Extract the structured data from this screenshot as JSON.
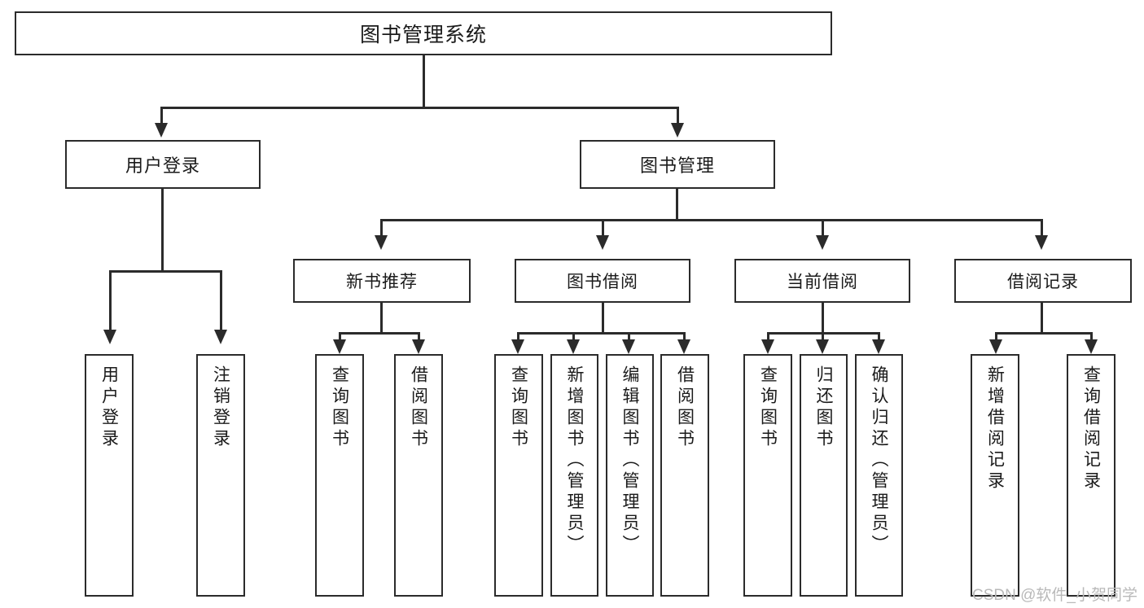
{
  "diagram": {
    "type": "tree-hierarchy-chart",
    "root": {
      "label": "图书管理系统"
    },
    "level2": [
      {
        "id": "user-login",
        "label": "用户登录"
      },
      {
        "id": "book-management",
        "label": "图书管理"
      }
    ],
    "level3": [
      {
        "id": "new-book-recommend",
        "label": "新书推荐",
        "parent": "book-management"
      },
      {
        "id": "book-borrow",
        "label": "图书借阅",
        "parent": "book-management"
      },
      {
        "id": "current-borrow",
        "label": "当前借阅",
        "parent": "book-management"
      },
      {
        "id": "borrow-record",
        "label": "借阅记录",
        "parent": "book-management"
      }
    ],
    "leaves": [
      {
        "id": "leaf-user-login",
        "label": "用户登录",
        "parent": "user-login"
      },
      {
        "id": "leaf-logout-login",
        "label": "注销登录",
        "parent": "user-login"
      },
      {
        "id": "leaf-query-book-1",
        "label": "查询图书",
        "parent": "new-book-recommend"
      },
      {
        "id": "leaf-borrow-book-1",
        "label": "借阅图书",
        "parent": "new-book-recommend"
      },
      {
        "id": "leaf-query-book-2",
        "label": "查询图书",
        "parent": "book-borrow"
      },
      {
        "id": "leaf-add-book",
        "label": "新增图书（管理员）",
        "parent": "book-borrow"
      },
      {
        "id": "leaf-edit-book",
        "label": "编辑图书（管理员）",
        "parent": "book-borrow"
      },
      {
        "id": "leaf-borrow-book-2",
        "label": "借阅图书",
        "parent": "book-borrow"
      },
      {
        "id": "leaf-query-book-3",
        "label": "查询图书",
        "parent": "current-borrow"
      },
      {
        "id": "leaf-return-book",
        "label": "归还图书",
        "parent": "current-borrow"
      },
      {
        "id": "leaf-confirm-return",
        "label": "确认归还（管理员）",
        "parent": "current-borrow"
      },
      {
        "id": "leaf-add-record",
        "label": "新增借阅记录",
        "parent": "borrow-record"
      },
      {
        "id": "leaf-query-record",
        "label": "查询借阅记录",
        "parent": "borrow-record"
      }
    ],
    "colors": {
      "stroke": "#2b2b2b",
      "fill": "#ffffff",
      "text": "#1a1a1a",
      "watermark": "#b9b9b9"
    }
  },
  "watermark": {
    "text": "CSDN @软件_小贺同学"
  }
}
